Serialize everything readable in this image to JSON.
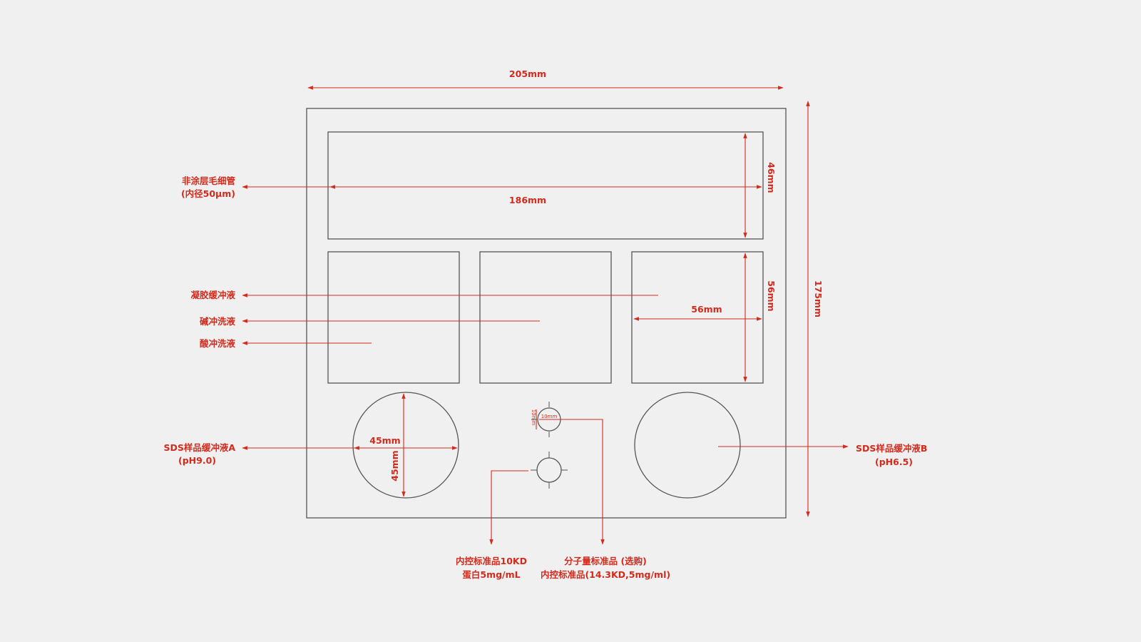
{
  "colors": {
    "background": "#f0f0f0",
    "outline": "#555555",
    "annotation": "#d42a1c"
  },
  "dimensions": {
    "total_width": "205mm",
    "total_height": "175mm",
    "capillary_length": "186mm",
    "capillary_height": "46mm",
    "square_width": "56mm",
    "square_height": "56mm",
    "circle_width": "45mm",
    "circle_height": "45mm",
    "small_circle_width": "10mm",
    "small_circle_height": "10mm"
  },
  "labels": {
    "capillary": [
      "非涂层毛细管",
      "(内径50μm)"
    ],
    "gel_buffer": "凝胶缓冲液",
    "alkaline_wash": "碱冲洗液",
    "acid_wash": "酸冲洗液",
    "sds_buffer_a": [
      "SDS样品缓冲液A",
      "(pH9.0)"
    ],
    "sds_buffer_b": [
      "SDS样品缓冲液B",
      "(pH6.5)"
    ],
    "internal_standard": [
      "内控标准品10KD",
      "蛋白5mg/mL"
    ],
    "mw_standard": [
      "分子量标准品 (选购)",
      "内控标准品(14.3KD,5mg/ml)"
    ]
  }
}
